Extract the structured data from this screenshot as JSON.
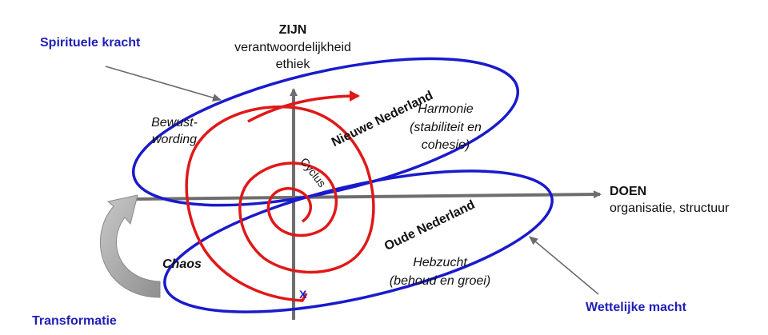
{
  "axes": {
    "y_title": "ZIJN",
    "y_sub1": "verantwoordelijkheid",
    "y_sub2": "ethiek",
    "x_title": "DOEN",
    "x_sub": "organisatie, structuur"
  },
  "labels": {
    "spiritual": "Spirituele kracht",
    "transformation": "Transformatie",
    "legal": "Wettelijke macht",
    "awareness_1": "Bewust-",
    "awareness_2": "wording",
    "chaos": "Chaos",
    "cycle": "Cyclus",
    "new_nl": "Nieuwe Nederland",
    "old_nl": "Oude Nederland",
    "harmony_1": "Harmonie",
    "harmony_2": "(stabiliteit en",
    "harmony_3": "cohesie)",
    "greed_1": "Hebzucht",
    "greed_2": "(behoud en groei)",
    "x_mark": "X"
  },
  "colors": {
    "axis": "#6e6e6e",
    "ellipse": "#1a1acc",
    "spiral": "#e01818",
    "label_blue": "#1f1fb8",
    "pointer_arrow": "#6b6b6b",
    "transform_arrow": "#a8a8a8"
  }
}
